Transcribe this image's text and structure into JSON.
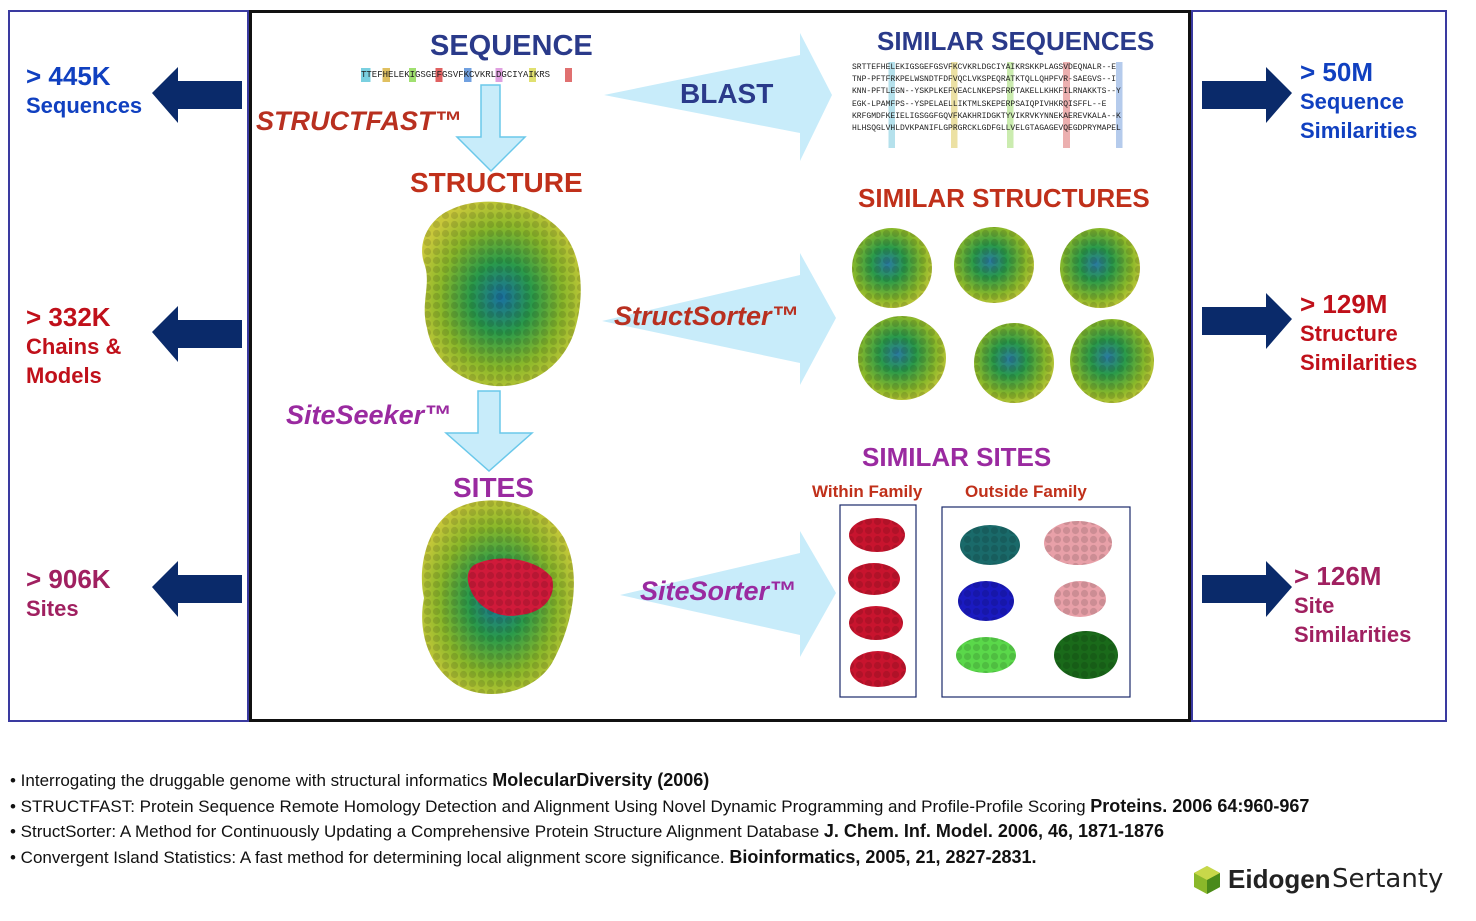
{
  "left_stats": [
    {
      "value": "> 445K",
      "label": [
        "Sequences"
      ],
      "color": "#1040c0"
    },
    {
      "value": "> 332K",
      "label": [
        "Chains &",
        "Models"
      ],
      "color": "#c0101a"
    },
    {
      "value": "> 906K",
      "label": [
        "Sites"
      ],
      "color": "#a02060"
    }
  ],
  "right_stats": [
    {
      "value": "> 50M",
      "label": [
        "Sequence",
        "Similarities"
      ],
      "color": "#1040c0"
    },
    {
      "value": "> 129M",
      "label": [
        "Structure",
        "Similarities"
      ],
      "color": "#c0101a"
    },
    {
      "value": "> 126M",
      "label": [
        "Site",
        "Similarities"
      ],
      "color": "#a02060"
    }
  ],
  "titles": {
    "sequence": "SEQUENCE",
    "structure": "STRUCTURE",
    "sites": "SITES",
    "similar_sequences": "SIMILAR SEQUENCES",
    "similar_structures": "SIMILAR STRUCTURES",
    "similar_sites": "SIMILAR SITES",
    "within_family": "Within Family",
    "outside_family": "Outside Family"
  },
  "tools": {
    "structfast": "STRUCTFAST™",
    "blast": "BLAST",
    "structsorter": "StructSorter™",
    "siteseeker": "SiteSeeker™",
    "sitesorter": "SiteSorter™"
  },
  "query_sequence": "TTEFHELEKIGSGEFGSVFKCVKRLDGCIYAIKRS",
  "similar_sequences": [
    "SRTTEFHELEKIGSGEFGSVFKCVKRLDGCIYAIKRSKKPLAGSVDEQNALR--E",
    "TNP-PFTFRKPELWSNDTFDFVQCLVKSPEQRATKTQLLQHPFVR-SAEGVS--I",
    "KNN-PFTLEGN--YSKPLKEFVEACLNKEPSFRPTAKELLKHKFILRNAKKTS--Y",
    "EGK-LPAMFPS--YSPELAELLIKTMLSKEPERPSAIQPIVHKRQISFFL--E",
    "KRFGMDFKEIELIGSGGFGQVFKAKHRIDGKTYVIKRVKYNNEKAEREVKALA--K",
    "HLHSQGLVHLDVKPANIFLGPRGRCKLGDFGLLVELGTAGAGEVQEGDPRYMAPEL"
  ],
  "references": [
    {
      "text": "• Interrogating the druggable genome with structural informatics ",
      "bold": "MolecularDiversity (2006)"
    },
    {
      "text": "• STRUCTFAST: Protein Sequence Remote Homology Detection and Alignment Using Novel Dynamic Programming and Profile-Profile Scoring ",
      "bold": "Proteins. 2006 64:960-967"
    },
    {
      "text": "• StructSorter: A Method for Continuously Updating a Comprehensive Protein Structure Alignment Database ",
      "bold": "J. Chem. Inf. Model. 2006, 46, 1871-1876"
    },
    {
      "text": "• Convergent Island Statistics: A fast method for determining local alignment score significance. ",
      "bold": "Bioinformatics, 2005, 21, 2827-2831."
    }
  ],
  "logo": {
    "part1": "Eidogen",
    "part2": "Sertanty"
  },
  "colors": {
    "panel_border_blue": "#3a3aa0",
    "arrow_navy": "#0a2a6a",
    "flow_arrow_fill": "#c8ecfa",
    "title_blue": "#2a3a8a",
    "title_red": "#c0301a",
    "title_purple": "#9a2aa0",
    "structfast_red": "#b83020"
  }
}
